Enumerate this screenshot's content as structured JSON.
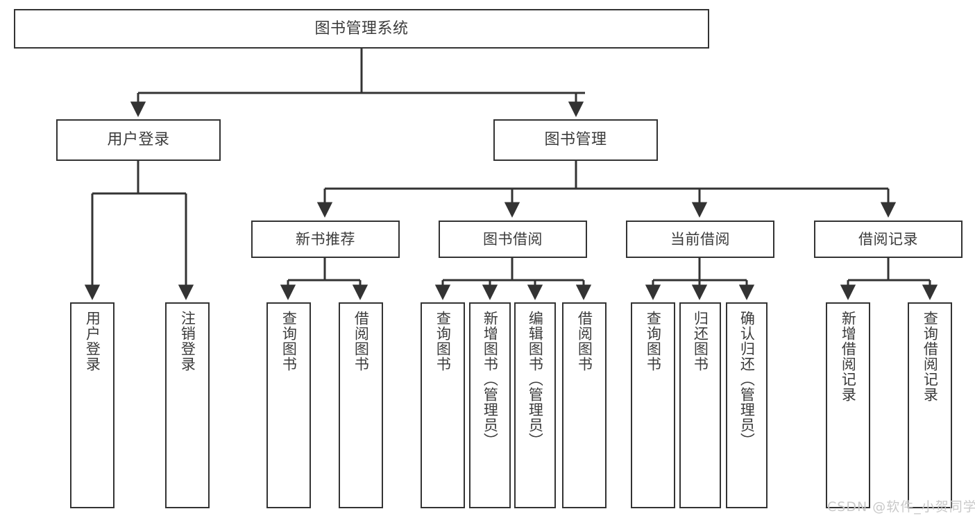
{
  "diagram": {
    "type": "tree",
    "title": "图书管理系统",
    "orientation": "top-down",
    "colors": {
      "box_border": "#333333",
      "box_fill": "#ffffff",
      "text": "#3b3b3b",
      "connector": "#333333",
      "watermark": "#c9c9c9",
      "background": "#ffffff"
    },
    "root": {
      "id": "root",
      "label": "图书管理系统"
    },
    "level2": [
      {
        "id": "user-login",
        "label": "用户登录"
      },
      {
        "id": "book-manage",
        "label": "图书管理"
      }
    ],
    "level3": [
      {
        "id": "new-book-rec",
        "label": "新书推荐",
        "parent": "book-manage"
      },
      {
        "id": "book-borrow",
        "label": "图书借阅",
        "parent": "book-manage"
      },
      {
        "id": "current-borrow",
        "label": "当前借阅",
        "parent": "book-manage"
      },
      {
        "id": "borrow-record",
        "label": "借阅记录",
        "parent": "book-manage"
      }
    ],
    "leaves": [
      {
        "id": "leaf-user-login",
        "label": "用户登录",
        "parent": "user-login"
      },
      {
        "id": "leaf-logout",
        "label": "注销登录",
        "parent": "user-login"
      },
      {
        "id": "leaf-query-book-1",
        "label": "查询图书",
        "parent": "new-book-rec"
      },
      {
        "id": "leaf-borrow-book-1",
        "label": "借阅图书",
        "parent": "new-book-rec"
      },
      {
        "id": "leaf-query-book-2",
        "label": "查询图书",
        "parent": "book-borrow"
      },
      {
        "id": "leaf-add-book",
        "label": "新增图书（管理员）",
        "parent": "book-borrow"
      },
      {
        "id": "leaf-edit-book",
        "label": "编辑图书（管理员）",
        "parent": "book-borrow"
      },
      {
        "id": "leaf-borrow-book-2",
        "label": "借阅图书",
        "parent": "book-borrow"
      },
      {
        "id": "leaf-query-book-3",
        "label": "查询图书",
        "parent": "current-borrow"
      },
      {
        "id": "leaf-return-book",
        "label": "归还图书",
        "parent": "current-borrow"
      },
      {
        "id": "leaf-confirm-return",
        "label": "确认归还（管理员）",
        "parent": "current-borrow"
      },
      {
        "id": "leaf-add-record",
        "label": "新增借阅记录",
        "parent": "borrow-record"
      },
      {
        "id": "leaf-query-record",
        "label": "查询借阅记录",
        "parent": "borrow-record"
      }
    ]
  },
  "watermark": {
    "text": "CSDN @软件_小贺同学"
  }
}
